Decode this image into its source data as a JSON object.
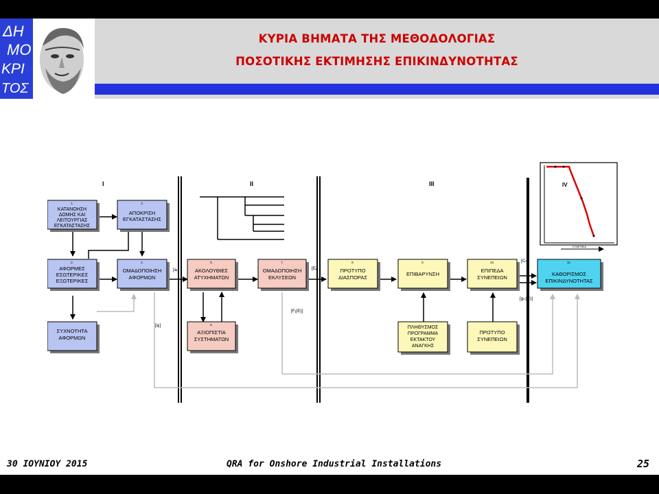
{
  "header": {
    "logo_letters": [
      "ΔΗ",
      "ΜΟ",
      "ΚΡΙ",
      "ΤΟΣ"
    ],
    "title_line1": "ΚΥΡΙΑ ΒΗΜΑΤΑ ΤΗΣ ΜΕΘΟΔΟΛΟΓΙΑΣ",
    "title_line2": "ΠΟΣΟΤΙΚΗΣ ΕΚΤΙΜΗΣΗΣ ΕΠΙΚΙΝΔΥΝΟΤΗΤΑΣ"
  },
  "diagram": {
    "phases": [
      "I",
      "II",
      "III",
      "IV"
    ],
    "boxes": [
      {
        "num": "1.",
        "line1": "ΚΑΤΑΝΟΗΣΗ",
        "line2": "ΔΟΜΗΣ ΚΑΙ",
        "line3": "ΛΕΙΤΟΥΡΓΙΑΣ",
        "line4": "ΕΓΚΑΤΑΣΤΑΣΗΣ"
      },
      {
        "num": "3.",
        "line1": "ΑΠΟΚΡΙΣΗ",
        "line2": "ΕΓΚΑΤΑΣΤΑΣΗΣ"
      },
      {
        "num": "2.",
        "line1": "ΑΦΟΡΜΕΣ",
        "line2": "ΕΣΩΤΕΡΙΚΕΣ",
        "line3": "ΕΞΩΤΕΡΙΚΕΣ"
      },
      {
        "num": "4.",
        "line1": "ΟΜΑΔΟΠΟΙΗΣΗ",
        "line2": "ΑΦΟΡΜΩΝ"
      },
      {
        "line1": "ΣΥΧΝΟΤΗΤΑ",
        "line2": "ΑΦΟΡΜΩΝ"
      },
      {
        "num": "5.",
        "line1": "ΑΚΟΛΟΥΘΙΕΣ",
        "line2": "ΑΤΥΧΗΜΑΤΩΝ"
      },
      {
        "num": "6.",
        "line1": "ΑΞΙΟΠΙΣΤΙΑ",
        "line2": "ΣΥΣΤΗΜΑΤΩΝ"
      },
      {
        "num": "7.",
        "line1": "ΟΜΑΔΟΠΟΙΗΣΗ",
        "line2": "ΕΚΛΥΣΕΩΝ"
      },
      {
        "num": "8.",
        "line1": "ΠΡΟΤΥΠΟ",
        "line2": "ΔΙΑΣΠΟΡΑΣ"
      },
      {
        "num": "9.",
        "line1": "ΕΠΙΒΑΡΥΝΣΗ"
      },
      {
        "num": "10.",
        "line1": "ΕΠΙΠΕΔΑ",
        "line2": "ΣΥΝΕΠΕΙΩΝ"
      },
      {
        "num": "11.",
        "line1": "ΚΑΘΟΡΙΣΜΟΣ",
        "line2": "ΕΠΙΚΙΝΔΥΝΟΤΗΤΑΣ"
      },
      {
        "line1": "ΠΛΗΘΥΣΜΟΣ",
        "line2": "ΠΡΟΓΡΑΜΜΑ",
        "line3": "ΕΚΤΑΚΤΟΥ",
        "line4": "ΑΝΑΓΚΗΣ"
      },
      {
        "line1": "ΠΡΟΤΥΠΟ",
        "line2": "ΣΥΝΕΠΕΙΩΝ"
      }
    ],
    "labels": {
      "ai": "[aᵢ]",
      "qi": "[qᵢ]",
      "ej": "[Eⱼ]",
      "fj": "[Fⱼ(E)]",
      "ck": "[Cₖ]",
      "gk": "[gₖ(C)]",
      "inset_xlabel": "ΣΥΝΕΠΕΙΑ"
    }
  },
  "footer": {
    "date": "30 ΙΟΥΝΙΟΥ 2015",
    "center": "QRA for Onshore Industrial Installations",
    "page": "25"
  }
}
